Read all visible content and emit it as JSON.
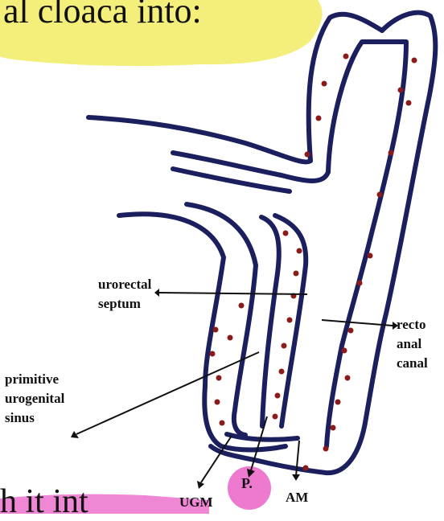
{
  "slide": {
    "title_fragment": "al cloaca into:",
    "bottom_fragment": "h it int"
  },
  "labels": {
    "urorectal_line1": "urorectal",
    "urorectal_line2": "septum",
    "recto_line1": "recto",
    "recto_line2": "anal",
    "recto_line3": "canal",
    "primitive_line1": "primitive",
    "primitive_line2": "urogenital",
    "primitive_line3": "sinus",
    "ugm": "UGM",
    "p": "P.",
    "am": "AM"
  },
  "colors": {
    "highlight_yellow": "#f4ee7a",
    "highlight_pink": "#ee7ad0",
    "outline_navy": "#1b1f5e",
    "dot_red": "#8b1a1a"
  }
}
